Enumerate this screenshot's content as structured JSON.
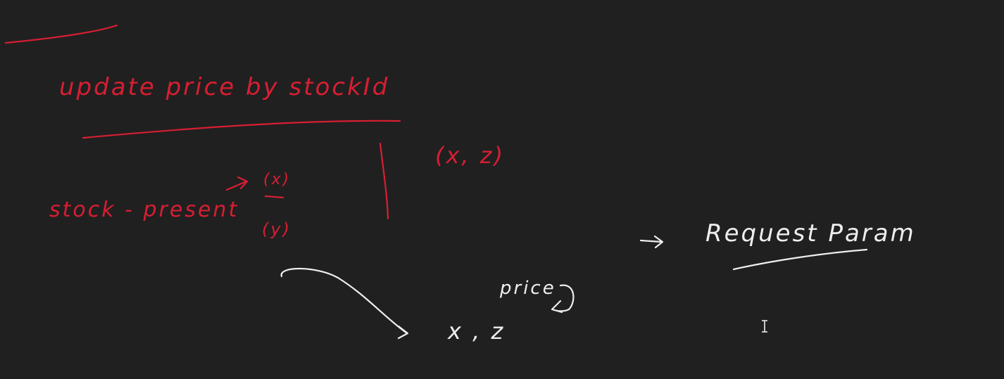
{
  "canvas": {
    "background_color": "#202020",
    "ink_colors": {
      "red": "#d81e32",
      "white": "#eeeeee"
    }
  },
  "notes": {
    "heading": "update price by stockId",
    "stock_present": "stock - present",
    "branch_top": "(x)",
    "branch_bottom": "(y)",
    "tuple_red": "(x, z)",
    "price_label": "price",
    "result_white": "x , z",
    "request_param": "Request Param"
  },
  "cursor": {
    "icon": "text-cursor-icon"
  }
}
